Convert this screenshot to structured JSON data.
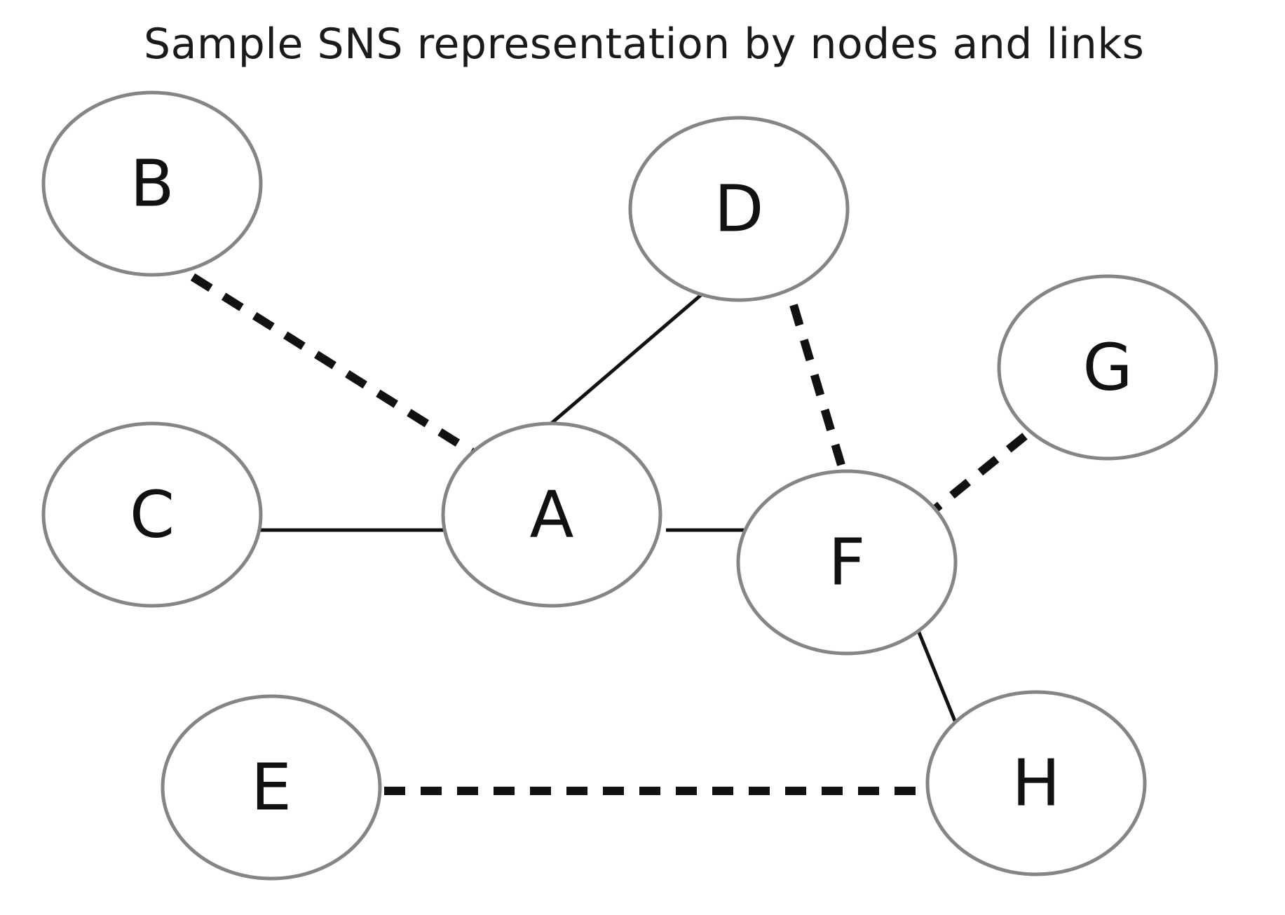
{
  "title": "Sample SNS representation by nodes and links",
  "colors": {
    "node_stroke": "#858585",
    "edge": "#111111",
    "text": "#111111",
    "background": "#ffffff"
  },
  "nodes": [
    {
      "id": "B",
      "label": "B"
    },
    {
      "id": "D",
      "label": "D"
    },
    {
      "id": "G",
      "label": "G"
    },
    {
      "id": "C",
      "label": "C"
    },
    {
      "id": "A",
      "label": "A"
    },
    {
      "id": "F",
      "label": "F"
    },
    {
      "id": "E",
      "label": "E"
    },
    {
      "id": "H",
      "label": "H"
    }
  ],
  "links": [
    {
      "source": "B",
      "target": "A",
      "style": "dashed"
    },
    {
      "source": "D",
      "target": "A",
      "style": "solid"
    },
    {
      "source": "C",
      "target": "A",
      "style": "solid"
    },
    {
      "source": "A",
      "target": "F",
      "style": "solid"
    },
    {
      "source": "D",
      "target": "F",
      "style": "dashed"
    },
    {
      "source": "G",
      "target": "F",
      "style": "dashed"
    },
    {
      "source": "F",
      "target": "H",
      "style": "solid"
    },
    {
      "source": "E",
      "target": "H",
      "style": "dashed"
    }
  ]
}
